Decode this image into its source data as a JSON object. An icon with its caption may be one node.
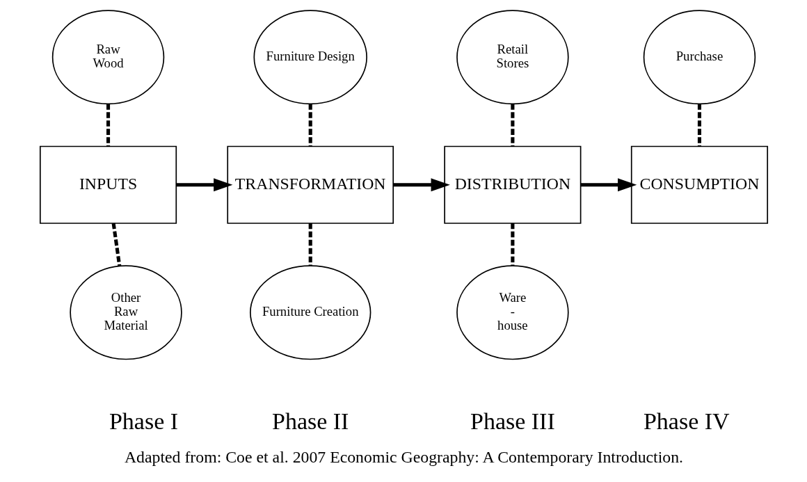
{
  "diagram": {
    "caption": "Adapted from: Coe et al. 2007 Economic Geography: A Contemporary Introduction.",
    "nodes": [
      {
        "text": [
          "Raw Wood"
        ]
      },
      {
        "text": [
          "INPUTS"
        ]
      },
      {
        "text": [
          "Other Raw Material"
        ]
      },
      {
        "text": [
          "Furniture Design"
        ]
      },
      {
        "text": [
          "TRANSFORMATION"
        ]
      },
      {
        "text": [
          "Furniture Creation"
        ]
      },
      {
        "text": [
          "Retail Stores"
        ]
      },
      {
        "text": [
          "DISTRIBUTION"
        ]
      },
      {
        "text": [
          "Ware - house"
        ]
      },
      {
        "text": [
          "Purchase"
        ]
      },
      {
        "text": [
          "CONSUMPTION"
        ]
      }
    ],
    "edges": [
      {
        "from": 0,
        "to": 1,
        "arrow": "none",
        "style": "dashed"
      },
      {
        "from": 1,
        "to": 2,
        "arrow": "none",
        "style": "dashed"
      },
      {
        "from": 1,
        "to": 4,
        "arrow": "to"
      },
      {
        "from": 3,
        "to": 4,
        "arrow": "none",
        "style": "dashed"
      },
      {
        "from": 4,
        "to": 5,
        "arrow": "none",
        "style": "dashed"
      },
      {
        "from": 4,
        "to": 7,
        "arrow": "to"
      },
      {
        "from": 6,
        "to": 7,
        "arrow": "none",
        "style": "dashed"
      },
      {
        "from": 7,
        "to": 8,
        "arrow": "none",
        "style": "dashed"
      },
      {
        "from": 7,
        "to": 10,
        "arrow": "to"
      },
      {
        "from": 9,
        "to": 10,
        "arrow": "none",
        "style": "dashed"
      }
    ],
    "labels": [
      "Phase I",
      "Phase II",
      "Phase III",
      "Phase IV"
    ]
  }
}
